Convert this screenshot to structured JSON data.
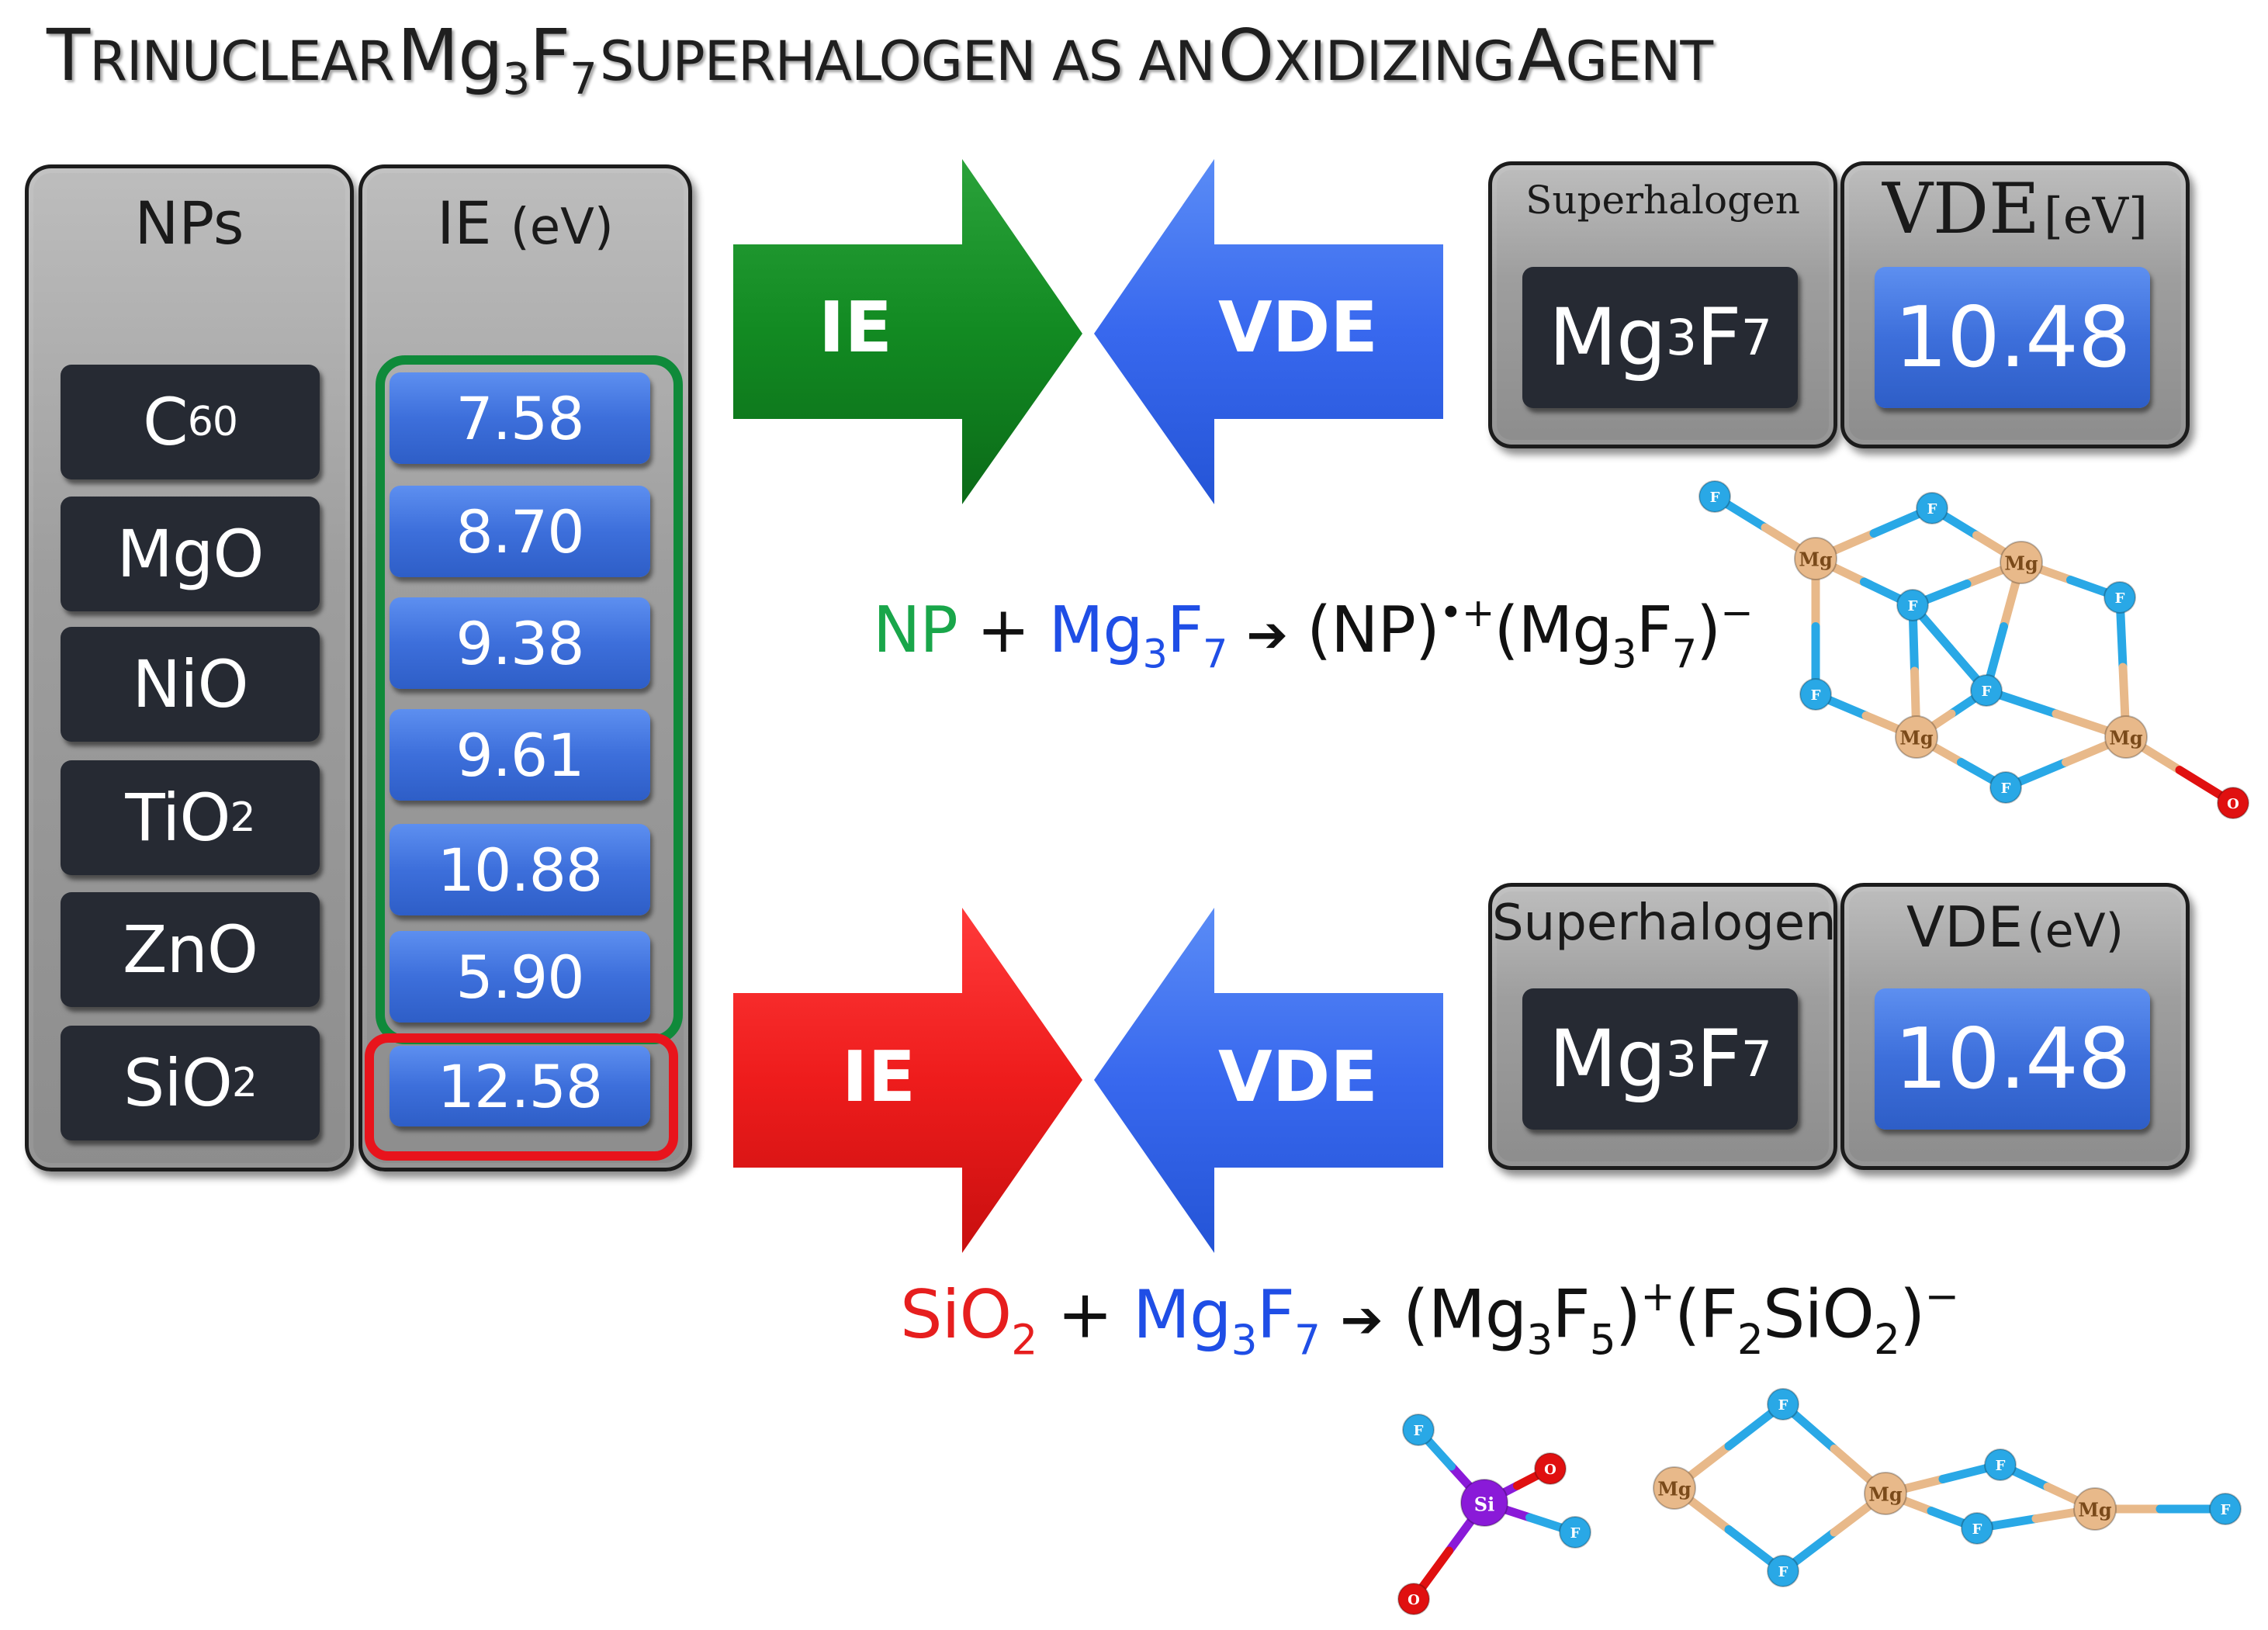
{
  "title": {
    "word1_cap": "T",
    "word1_rest": "RINUCLEAR",
    "mg": "Mg",
    "mg_sub": "3",
    "f": "F",
    "f_sub": "7",
    "word3": "SUPERHALOGEN AS AN",
    "word4_cap": "O",
    "word4_rest": "XIDIZING",
    "word5_cap": "A",
    "word5_rest": "GENT"
  },
  "np_table": {
    "header_nps": "NPs",
    "header_ie": "IE",
    "header_ie_unit": "(eV)",
    "rows": [
      {
        "base": "C",
        "sub": "60",
        "ie": "7.58"
      },
      {
        "base": "MgO",
        "sub": "",
        "ie": "8.70"
      },
      {
        "base": "NiO",
        "sub": "",
        "ie": "9.38"
      },
      {
        "base": "TiO",
        "sub": "2",
        "ie": "9.61"
      },
      {
        "base": "ZnO",
        "sub": "",
        "ie": "10.88"
      },
      {
        "base": "SiO",
        "sub": "2",
        "ie": "5.90"
      },
      {
        "base": "SiO",
        "sub": "2",
        "ie": "12.58"
      }
    ]
  },
  "arrows": {
    "ie_label": "IE",
    "vde_label": "VDE",
    "top_ie_color": "#1a8a2a",
    "bottom_ie_color": "#ee1c1c",
    "vde_color": "#3868ee"
  },
  "superhalogen_top": {
    "header": "Superhalogen",
    "vde_header": "VDE",
    "vde_unit": "[eV]",
    "formula_mg": "Mg",
    "formula_mg_sub": "3",
    "formula_f": "F",
    "formula_f_sub": "7",
    "vde_value": "10.48"
  },
  "superhalogen_bottom": {
    "header": "Superhalogen",
    "vde_header": "VDE",
    "vde_unit": "(eV)",
    "formula_mg": "Mg",
    "formula_mg_sub": "3",
    "formula_f": "F",
    "formula_f_sub": "7",
    "vde_value": "10.48"
  },
  "equation_top": {
    "np": "NP",
    "plus": "+",
    "mg": "Mg",
    "mg_sub": "3",
    "f": "F",
    "f_sub": "7",
    "arrow": "➔",
    "prod1": "(NP)",
    "prod1_sup": "•+",
    "prod2_open": "(Mg",
    "prod2_mg_sub": "3",
    "prod2_f": "F",
    "prod2_f_sub": "7",
    "prod2_close": ")",
    "prod2_sup": "−"
  },
  "equation_bottom": {
    "sio": "SiO",
    "sio_sub": "2",
    "plus": "+",
    "mg": "Mg",
    "mg_sub": "3",
    "f": "F",
    "f_sub": "7",
    "arrow": "➔",
    "p1_open": "(Mg",
    "p1_mg_sub": "3",
    "p1_f": "F",
    "p1_f_sub": "5",
    "p1_close": ")",
    "p1_sup": "+",
    "p2_open": "(F",
    "p2_f_sub": "2",
    "p2_si": "SiO",
    "p2_o_sub": "2",
    "p2_close": ")",
    "p2_sup": "−"
  },
  "molecule_labels": {
    "mg": "Mg",
    "f": "F",
    "o": "O",
    "si": "Si"
  },
  "colors": {
    "green_text": "#19a64a",
    "blue_text": "#1f4ee6",
    "red_text": "#e61e1e",
    "green_frame": "#0f8a3a",
    "red_frame": "#e8141c",
    "fluorine": "#29a8e6",
    "magnesium": "#e8b98a",
    "oxygen": "#e01010",
    "silicon": "#8a1ad8"
  }
}
